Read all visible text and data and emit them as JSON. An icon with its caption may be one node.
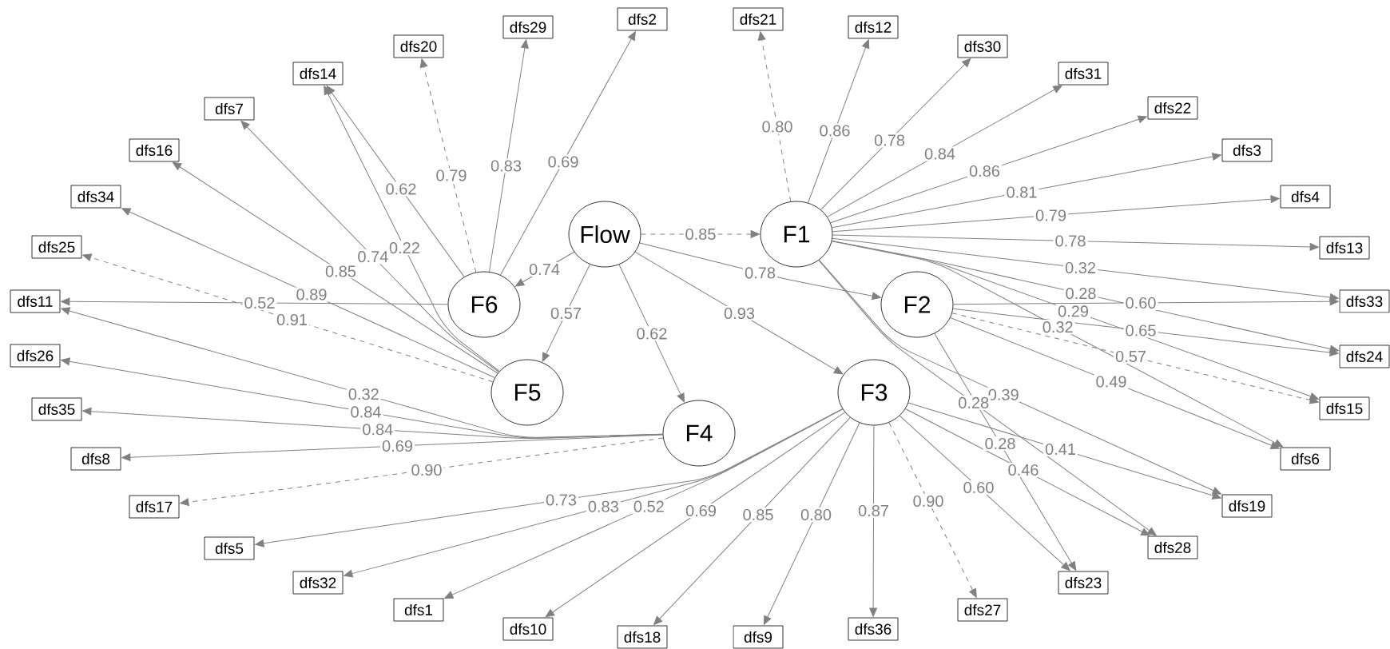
{
  "diagram": {
    "nodes": [
      {
        "text": [
          "Flow"
        ]
      },
      {
        "text": [
          "F1"
        ]
      },
      {
        "text": [
          "F2"
        ]
      },
      {
        "text": [
          "F3"
        ]
      },
      {
        "text": [
          "F4"
        ]
      },
      {
        "text": [
          "F5"
        ]
      },
      {
        "text": [
          "F6"
        ]
      },
      {
        "text": [
          "dfs2"
        ]
      },
      {
        "text": [
          "dfs29"
        ]
      },
      {
        "text": [
          "dfs20"
        ]
      },
      {
        "text": [
          "dfs14"
        ]
      },
      {
        "text": [
          "dfs7"
        ]
      },
      {
        "text": [
          "dfs16"
        ]
      },
      {
        "text": [
          "dfs34"
        ]
      },
      {
        "text": [
          "dfs25"
        ]
      },
      {
        "text": [
          "dfs11"
        ]
      },
      {
        "text": [
          "dfs26"
        ]
      },
      {
        "text": [
          "dfs35"
        ]
      },
      {
        "text": [
          "dfs8"
        ]
      },
      {
        "text": [
          "dfs17"
        ]
      },
      {
        "text": [
          "dfs5"
        ]
      },
      {
        "text": [
          "dfs32"
        ]
      },
      {
        "text": [
          "dfs1"
        ]
      },
      {
        "text": [
          "dfs10"
        ]
      },
      {
        "text": [
          "dfs18"
        ]
      },
      {
        "text": [
          "dfs9"
        ]
      },
      {
        "text": [
          "dfs36"
        ]
      },
      {
        "text": [
          "dfs27"
        ]
      },
      {
        "text": [
          "dfs23"
        ]
      },
      {
        "text": [
          "dfs28"
        ]
      },
      {
        "text": [
          "dfs19"
        ]
      },
      {
        "text": [
          "dfs6"
        ]
      },
      {
        "text": [
          "dfs15"
        ]
      },
      {
        "text": [
          "dfs24"
        ]
      },
      {
        "text": [
          "dfs33"
        ]
      },
      {
        "text": [
          "dfs13"
        ]
      },
      {
        "text": [
          "dfs4"
        ]
      },
      {
        "text": [
          "dfs3"
        ]
      },
      {
        "text": [
          "dfs22"
        ]
      },
      {
        "text": [
          "dfs31"
        ]
      },
      {
        "text": [
          "dfs30"
        ]
      },
      {
        "text": [
          "dfs12"
        ]
      },
      {
        "text": [
          "dfs21"
        ]
      }
    ],
    "edges": [
      {
        "from": 0,
        "to": 1,
        "arrow": "to",
        "label": "0.85",
        "style": "dashed"
      },
      {
        "from": 0,
        "to": 2,
        "arrow": "to",
        "label": "0.78"
      },
      {
        "from": 0,
        "to": 3,
        "arrow": "to",
        "label": "0.93"
      },
      {
        "from": 0,
        "to": 4,
        "arrow": "to",
        "label": "0.62"
      },
      {
        "from": 0,
        "to": 5,
        "arrow": "to",
        "label": "0.57"
      },
      {
        "from": 0,
        "to": 6,
        "arrow": "to",
        "label": "0.74"
      },
      {
        "from": 1,
        "to": 42,
        "arrow": "to",
        "label": "0.80",
        "style": "dashed"
      },
      {
        "from": 1,
        "to": 41,
        "arrow": "to",
        "label": "0.86"
      },
      {
        "from": 1,
        "to": 40,
        "arrow": "to",
        "label": "0.78"
      },
      {
        "from": 1,
        "to": 39,
        "arrow": "to",
        "label": "0.84"
      },
      {
        "from": 1,
        "to": 38,
        "arrow": "to",
        "label": "0.86"
      },
      {
        "from": 1,
        "to": 37,
        "arrow": "to",
        "label": "0.81"
      },
      {
        "from": 1,
        "to": 36,
        "arrow": "to",
        "label": "0.79"
      },
      {
        "from": 1,
        "to": 35,
        "arrow": "to",
        "label": "0.78"
      },
      {
        "from": 1,
        "to": 34,
        "arrow": "to",
        "label": "0.32"
      },
      {
        "from": 1,
        "to": 33,
        "arrow": "to",
        "label": "0.28"
      },
      {
        "from": 1,
        "to": 32,
        "arrow": "to",
        "label": "0.29"
      },
      {
        "from": 1,
        "to": 31,
        "arrow": "to",
        "label": "0.32"
      },
      {
        "from": 1,
        "to": 30,
        "arrow": "to",
        "label": "0.39"
      },
      {
        "from": 1,
        "to": 29,
        "arrow": "to",
        "label": "0.28"
      },
      {
        "from": 2,
        "to": 34,
        "arrow": "to",
        "label": "0.60"
      },
      {
        "from": 2,
        "to": 33,
        "arrow": "to",
        "label": "0.65"
      },
      {
        "from": 2,
        "to": 32,
        "arrow": "to",
        "label": "0.57",
        "style": "dashed"
      },
      {
        "from": 2,
        "to": 31,
        "arrow": "to",
        "label": "0.49"
      },
      {
        "from": 2,
        "to": 28,
        "arrow": "to",
        "label": "0.28"
      },
      {
        "from": 3,
        "to": 30,
        "arrow": "to",
        "label": "0.41"
      },
      {
        "from": 3,
        "to": 29,
        "arrow": "to",
        "label": "0.46"
      },
      {
        "from": 3,
        "to": 28,
        "arrow": "to",
        "label": "0.60"
      },
      {
        "from": 3,
        "to": 27,
        "arrow": "to",
        "label": "0.90",
        "style": "dashed"
      },
      {
        "from": 3,
        "to": 26,
        "arrow": "to",
        "label": "0.87"
      },
      {
        "from": 3,
        "to": 25,
        "arrow": "to",
        "label": "0.80"
      },
      {
        "from": 3,
        "to": 24,
        "arrow": "to",
        "label": "0.85"
      },
      {
        "from": 3,
        "to": 23,
        "arrow": "to",
        "label": "0.69"
      },
      {
        "from": 3,
        "to": 22,
        "arrow": "to",
        "label": "0.52"
      },
      {
        "from": 3,
        "to": 21,
        "arrow": "to",
        "label": "0.83"
      },
      {
        "from": 3,
        "to": 20,
        "arrow": "to",
        "label": "0.73"
      },
      {
        "from": 4,
        "to": 15,
        "arrow": "to",
        "label": "0.32"
      },
      {
        "from": 4,
        "to": 16,
        "arrow": "to",
        "label": "0.84"
      },
      {
        "from": 4,
        "to": 17,
        "arrow": "to",
        "label": "0.84"
      },
      {
        "from": 4,
        "to": 18,
        "arrow": "to",
        "label": "0.69"
      },
      {
        "from": 4,
        "to": 19,
        "arrow": "to",
        "label": "0.90",
        "style": "dashed"
      },
      {
        "from": 5,
        "to": 10,
        "arrow": "to",
        "label": "0.22"
      },
      {
        "from": 5,
        "to": 11,
        "arrow": "to",
        "label": "0.74"
      },
      {
        "from": 5,
        "to": 12,
        "arrow": "to",
        "label": "0.85"
      },
      {
        "from": 5,
        "to": 13,
        "arrow": "to",
        "label": "0.89"
      },
      {
        "from": 5,
        "to": 14,
        "arrow": "to",
        "label": "0.91",
        "style": "dashed"
      },
      {
        "from": 6,
        "to": 15,
        "arrow": "to",
        "label": "0.52"
      },
      {
        "from": 6,
        "to": 10,
        "arrow": "to",
        "label": "0.62"
      },
      {
        "from": 6,
        "to": 9,
        "arrow": "to",
        "label": "0.79",
        "style": "dashed"
      },
      {
        "from": 6,
        "to": 8,
        "arrow": "to",
        "label": "0.83"
      },
      {
        "from": 6,
        "to": 7,
        "arrow": "to",
        "label": "0.69"
      }
    ]
  }
}
